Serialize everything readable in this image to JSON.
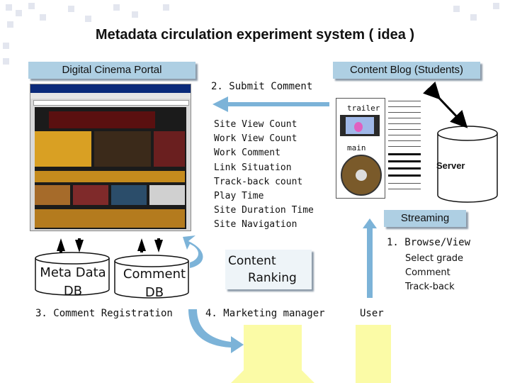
{
  "title": "Metadata circulation experiment system ( idea )",
  "portal_label": "Digital Cinema Portal",
  "blog_label": "Content Blog (Students)",
  "submit_comment": "2. Submit Comment",
  "metrics": [
    "Site View Count",
    "Work View Count",
    "Work Comment",
    "Link Situation",
    "Track-back count",
    "Play Time",
    "Site Duration Time",
    "Site Navigation"
  ],
  "trailer": "trailer",
  "main": "main",
  "server": "Server",
  "streaming": "Streaming",
  "browse_view": "1. Browse/View",
  "user_actions": [
    "Select grade",
    "Comment",
    "Track-back"
  ],
  "ranking": {
    "line1": "Content",
    "line2": "Ranking"
  },
  "metadata_db": {
    "line1": "Meta Data",
    "line2": "DB"
  },
  "comment_db": {
    "line1": "Comment",
    "line2": "DB"
  },
  "comment_registration": "3. Comment Registration",
  "marketing_manager": "4. Marketing manager",
  "user": "User",
  "colors": {
    "accent_blue": "#aecfe3",
    "arrow_blue": "#7cb3d8",
    "pc_yellow": "#fbfba6"
  }
}
